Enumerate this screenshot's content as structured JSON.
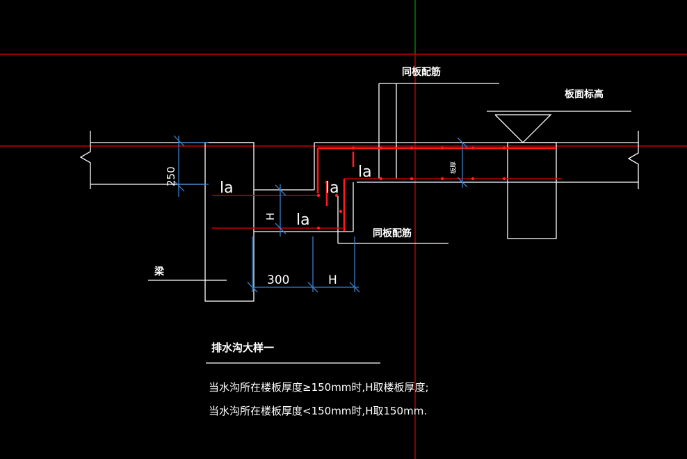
{
  "drawing": {
    "label_rebar_top": "同板配筋",
    "label_rebar_bottom": "同板配筋",
    "label_slab_elevation": "板面标高",
    "label_beam": "梁",
    "label_slab_thickness": "板厚",
    "dim_250": "250",
    "dim_300": "300",
    "dim_h_vertical": "H",
    "dim_h_horizontal": "H",
    "la_1": "la",
    "la_2": "la",
    "la_3": "la",
    "la_4": "la",
    "title": "排水沟大样一",
    "note_1": "当水沟所在楼板厚度≥150mm时,H取楼板厚度;",
    "note_2": "当水沟所在楼板厚度<150mm时,H取150mm."
  },
  "colors": {
    "background": "#000000",
    "line": "#ffffff",
    "rebar": "#ff1a1a",
    "dimension": "#3a7fc8",
    "crosshair_v": "#00a000"
  }
}
